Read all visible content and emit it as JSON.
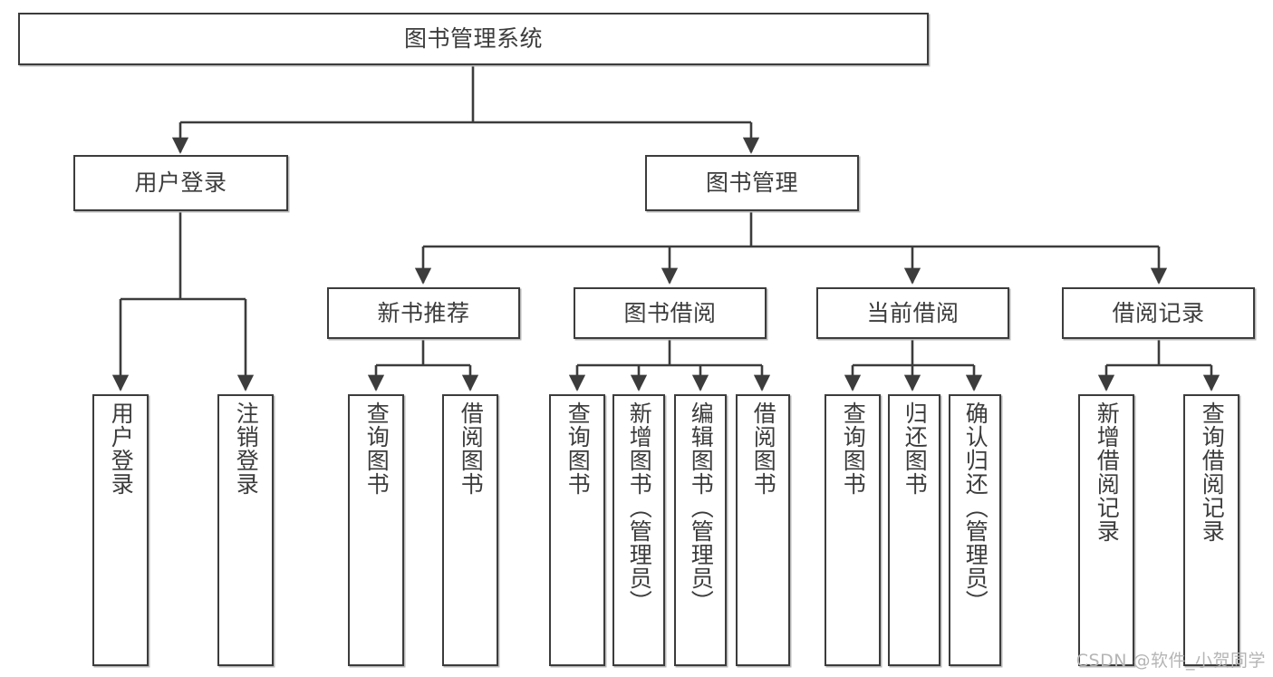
{
  "diagram": {
    "title": "图书管理系统",
    "type": "tree-hierarchy-chart",
    "orientation": "top-down",
    "colors": {
      "box_border": "#3c3c3c",
      "box_fill": "#ffffff",
      "text": "#3c3c3c",
      "connector": "#3c3c3c",
      "background": "#ffffff",
      "watermark": "#b5b5b5"
    }
  },
  "root": {
    "label": "图书管理系统"
  },
  "level2": [
    {
      "label": "用户登录"
    },
    {
      "label": "图书管理"
    }
  ],
  "level3": [
    {
      "label": "新书推荐"
    },
    {
      "label": "图书借阅"
    },
    {
      "label": "当前借阅"
    },
    {
      "label": "借阅记录"
    }
  ],
  "leaves": {
    "user_login": [
      {
        "label": "用户登录"
      },
      {
        "label": "注销登录"
      }
    ],
    "new_book_recommend": [
      {
        "label": "查询图书"
      },
      {
        "label": "借阅图书"
      }
    ],
    "book_borrow": [
      {
        "label": "查询图书"
      },
      {
        "label": "新增图书（管理员）"
      },
      {
        "label": "编辑图书（管理员）"
      },
      {
        "label": "借阅图书"
      }
    ],
    "current_borrow": [
      {
        "label": "查询图书"
      },
      {
        "label": "归还图书"
      },
      {
        "label": "确认归还（管理员）"
      }
    ],
    "borrow_record": [
      {
        "label": "新增借阅记录"
      },
      {
        "label": "查询借阅记录"
      }
    ]
  },
  "watermark": {
    "text": "CSDN @软件_小贺同学"
  }
}
